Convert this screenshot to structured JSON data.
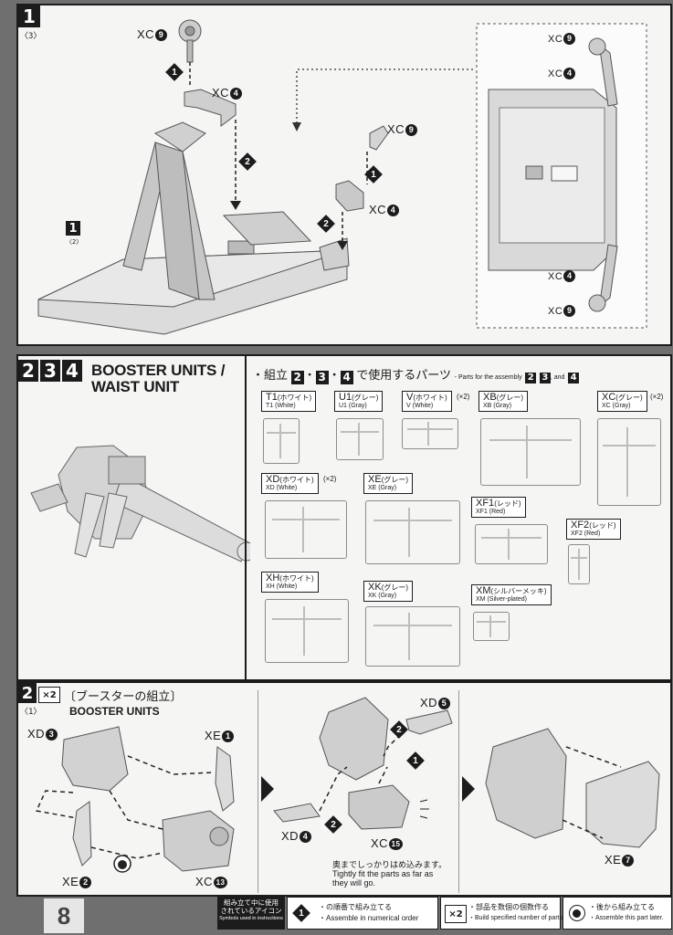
{
  "page_number": "8",
  "step1": {
    "number": "1",
    "ref": "〈3〉",
    "sub_number": "1",
    "sub_ref": "〈2〉",
    "labels": {
      "xc9_a": "XC",
      "xc9_a_n": "9",
      "xc4_a": "XC",
      "xc4_a_n": "4",
      "xc9_b": "XC",
      "xc9_b_n": "9",
      "xc4_b": "XC",
      "xc4_b_n": "4",
      "inset_xc9_top": "XC",
      "inset_xc9_top_n": "9",
      "inset_xc4_top": "XC",
      "inset_xc4_top_n": "4",
      "inset_xc4_bot": "XC",
      "inset_xc4_bot_n": "4",
      "inset_xc9_bot": "XC",
      "inset_xc9_bot_n": "9"
    },
    "order": {
      "one": "1",
      "two": "2"
    }
  },
  "section2": {
    "steps": [
      "2",
      "3",
      "4"
    ],
    "title_line1": "BOOSTER UNITS /",
    "title_line2": "WAIST UNIT",
    "parts_heading": "・組立",
    "parts_heading_mid": "で使用するパーツ",
    "parts_heading_en": "- Parts for the assembly",
    "parts_heading_and": ", and",
    "runners": [
      {
        "code": "T1",
        "jp": "(ホワイト)",
        "en": "T1 (White)",
        "mult": ""
      },
      {
        "code": "U1",
        "jp": "(グレー)",
        "en": "U1 (Gray)",
        "mult": ""
      },
      {
        "code": "V",
        "jp": "(ホワイト)",
        "en": "V (White)",
        "mult": "(×2)"
      },
      {
        "code": "XB",
        "jp": "(グレー)",
        "en": "XB (Gray)",
        "mult": ""
      },
      {
        "code": "XC",
        "jp": "(グレー)",
        "en": "XC (Gray)",
        "mult": "(×2)"
      },
      {
        "code": "XD",
        "jp": "(ホワイト)",
        "en": "XD (White)",
        "mult": "(×2)"
      },
      {
        "code": "XE",
        "jp": "(グレー)",
        "en": "XE (Gray)",
        "mult": ""
      },
      {
        "code": "XF1",
        "jp": "(レッド)",
        "en": "XF1 (Red)",
        "mult": ""
      },
      {
        "code": "XF2",
        "jp": "(レッド)",
        "en": "XF2 (Red)",
        "mult": ""
      },
      {
        "code": "XH",
        "jp": "(ホワイト)",
        "en": "XH (White)",
        "mult": ""
      },
      {
        "code": "XK",
        "jp": "(グレー)",
        "en": "XK (Gray)",
        "mult": ""
      },
      {
        "code": "XM",
        "jp": "(シルバーメッキ)",
        "en": "XM (Silver-plated)",
        "mult": ""
      }
    ]
  },
  "step2": {
    "number": "2",
    "times": "×2",
    "ref": "〈1〉",
    "title_jp": "〔ブースターの組立〕",
    "title_en": "BOOSTER UNITS",
    "labels": {
      "xd3": "XD",
      "xd3_n": "3",
      "xe1": "XE",
      "xe1_n": "1",
      "xe2": "XE",
      "xe2_n": "2",
      "xc13": "XC",
      "xc13_n": "13",
      "xd5": "XD",
      "xd5_n": "5",
      "xd4": "XD",
      "xd4_n": "4",
      "xc15": "XC",
      "xc15_n": "15",
      "xe7": "XE",
      "xe7_n": "7"
    },
    "note_jp": "奥までしっかりはめ込みます。",
    "note_en1": "Tightly fit the parts as far as",
    "note_en2": "they will go."
  },
  "footer": {
    "icon_title_jp1": "組み立て中に使用",
    "icon_title_jp2": "されているアイコン",
    "icon_title_en": "Symbols used in instructions",
    "legend1_jp": "・",
    "legend1_jp_text": "の順番で組み立てる",
    "legend1_en": "・Assemble in numerical order",
    "legend2_jp": "・部品を数個の個数作る",
    "legend2_en": "・Build specified number of parts.",
    "legend2_icon": "×2",
    "legend3_jp": "・後から組み立てる",
    "legend3_en": "・Assemble this part later."
  }
}
